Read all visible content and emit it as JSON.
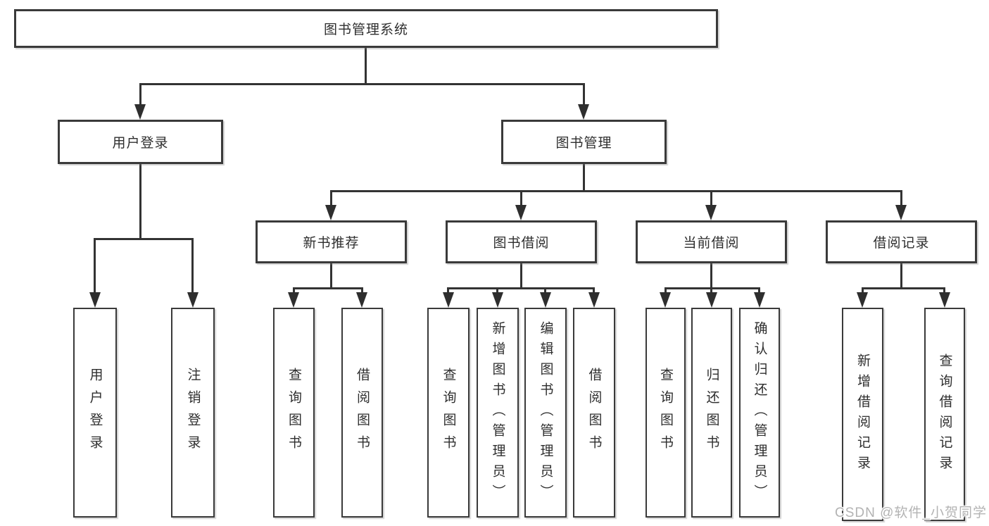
{
  "tree": {
    "label": "图书管理系统",
    "children": [
      {
        "label": "用户登录",
        "children": [
          {
            "label": "用户登录"
          },
          {
            "label": "注销登录"
          }
        ]
      },
      {
        "label": "图书管理",
        "children": [
          {
            "label": "新书推荐",
            "children": [
              {
                "label": "查询图书"
              },
              {
                "label": "借阅图书"
              }
            ]
          },
          {
            "label": "图书借阅",
            "children": [
              {
                "label": "查询图书"
              },
              {
                "label": "新增图书（管理员）"
              },
              {
                "label": "编辑图书（管理员）"
              },
              {
                "label": "借阅图书"
              }
            ]
          },
          {
            "label": "当前借阅",
            "children": [
              {
                "label": "查询图书"
              },
              {
                "label": "归还图书"
              },
              {
                "label": "确认归还（管理员）"
              }
            ]
          },
          {
            "label": "借阅记录",
            "children": [
              {
                "label": "新增借阅记录"
              },
              {
                "label": "查询借阅记录"
              }
            ]
          }
        ]
      }
    ]
  },
  "watermark": {
    "text": "CSDN @软件_小贺同学"
  },
  "colors": {
    "background": "#ffffff",
    "line": "#333333",
    "box_border": "#3a3a3a",
    "text": "#2e2e2e",
    "watermark": "#b3b3b3"
  }
}
